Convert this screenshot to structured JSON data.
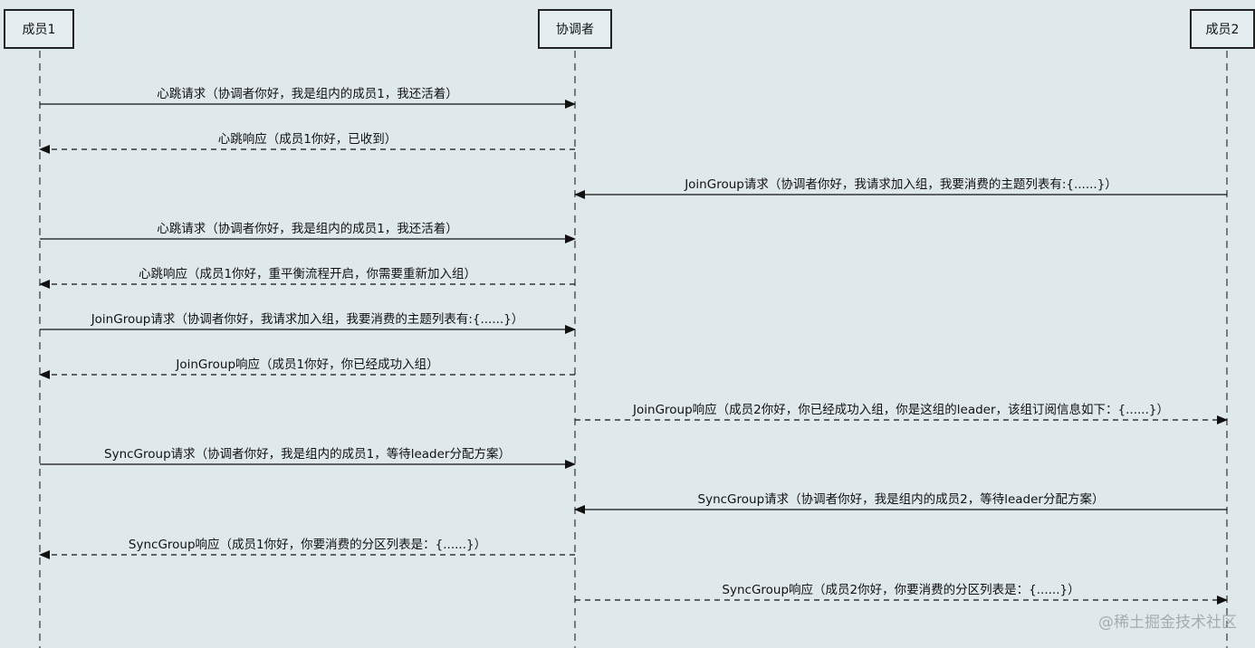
{
  "actors": {
    "member1": "成员1",
    "coordinator": "协调者",
    "member2": "成员2"
  },
  "messages": [
    {
      "from": "member1",
      "to": "coordinator",
      "style": "solid",
      "label": "心跳请求（协调者你好，我是组内的成员1，我还活着）"
    },
    {
      "from": "coordinator",
      "to": "member1",
      "style": "dashed",
      "label": "心跳响应（成员1你好，已收到）"
    },
    {
      "from": "member2",
      "to": "coordinator",
      "style": "solid",
      "label": "JoinGroup请求（协调者你好，我请求加入组，我要消费的主题列表有:{......}）"
    },
    {
      "from": "member1",
      "to": "coordinator",
      "style": "solid",
      "label": "心跳请求（协调者你好，我是组内的成员1，我还活着）"
    },
    {
      "from": "coordinator",
      "to": "member1",
      "style": "dashed",
      "label": "心跳响应（成员1你好，重平衡流程开启，你需要重新加入组）"
    },
    {
      "from": "member1",
      "to": "coordinator",
      "style": "solid",
      "label": "JoinGroup请求（协调者你好，我请求加入组，我要消费的主题列表有:{......}）"
    },
    {
      "from": "coordinator",
      "to": "member1",
      "style": "dashed",
      "label": "JoinGroup响应（成员1你好，你已经成功入组）"
    },
    {
      "from": "coordinator",
      "to": "member2",
      "style": "dashed",
      "label": "JoinGroup响应（成员2你好，你已经成功入组，你是这组的leader，该组订阅信息如下：{......}）"
    },
    {
      "from": "member1",
      "to": "coordinator",
      "style": "solid",
      "label": "SyncGroup请求（协调者你好，我是组内的成员1，等待leader分配方案）"
    },
    {
      "from": "member2",
      "to": "coordinator",
      "style": "solid",
      "label": "SyncGroup请求（协调者你好，我是组内的成员2，等待leader分配方案）"
    },
    {
      "from": "coordinator",
      "to": "member1",
      "style": "dashed",
      "label": "SyncGroup响应（成员1你好，你要消费的分区列表是：{......}）"
    },
    {
      "from": "coordinator",
      "to": "member2",
      "style": "dashed",
      "label": "SyncGroup响应（成员2你好，你要消费的分区列表是：{......}）"
    }
  ],
  "watermark": "@稀土掘金技术社区"
}
